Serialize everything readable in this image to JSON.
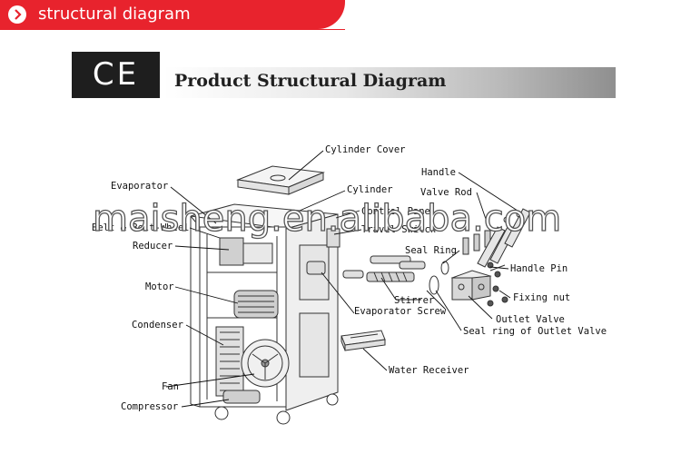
{
  "banner": {
    "title": "structural diagram"
  },
  "header": {
    "logo": "CE",
    "title": "Product Structural Diagram"
  },
  "watermark": "maisheng.en.alibaba.com",
  "labels": {
    "cylinder_cover": "Cylinder Cover",
    "cylinder": "Cylinder",
    "control_panel": "Control Panel",
    "travel_switch": "Travel Switch",
    "evaporator": "Evaporator",
    "belt_wheel": "Belt & Belt-Wheel",
    "reducer": "Reducer",
    "motor": "Motor",
    "condenser": "Condenser",
    "fan": "Fan",
    "compressor": "Compressor",
    "handle": "Handle",
    "valve_rod": "Valve Rod",
    "seal_ring": "Seal Ring",
    "handle_pin": "Handle Pin",
    "fixing_nut": "Fixing nut",
    "stirrer": "Stirrer",
    "evaporator_screw": "Evaporator Screw",
    "outlet_valve": "Outlet Valve",
    "seal_ring_outlet": "Seal ring of Outlet Valve",
    "water_receiver": "Water Receiver"
  },
  "colors": {
    "banner": "#e8232d",
    "logo_box": "#1e1e1e"
  }
}
